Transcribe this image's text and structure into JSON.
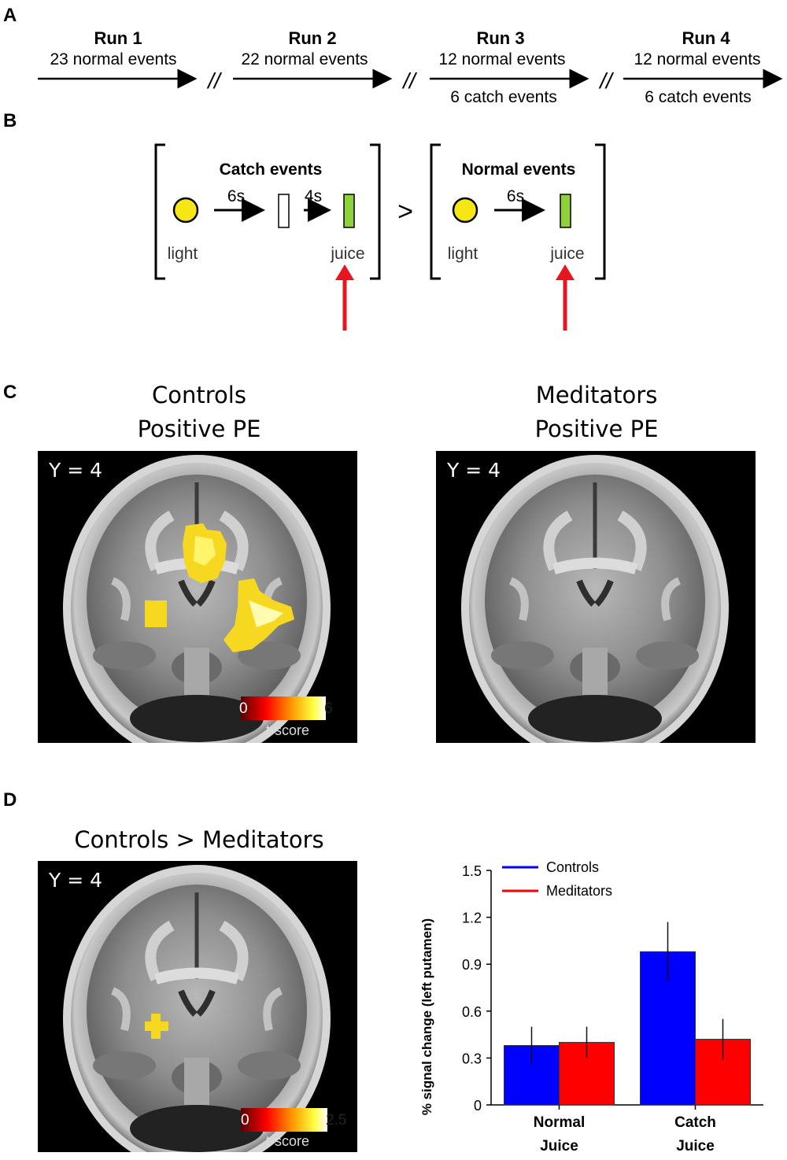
{
  "panels": {
    "a": "A",
    "b": "B",
    "c": "C",
    "d": "D"
  },
  "runs": [
    {
      "title": "Run 1",
      "normal": "23 normal events",
      "catch": ""
    },
    {
      "title": "Run 2",
      "normal": "22 normal events",
      "catch": ""
    },
    {
      "title": "Run 3",
      "normal": "12 normal events",
      "catch": "6 catch events"
    },
    {
      "title": "Run 4",
      "normal": "12 normal events",
      "catch": "6 catch events"
    }
  ],
  "run_separator": "//",
  "design": {
    "catch_title": "Catch events",
    "normal_title": "Normal events",
    "delay_1": "6s",
    "delay_2": "4s",
    "delay_normal": "6s",
    "comparison": ">",
    "light_label": "light",
    "juice_label": "juice",
    "colors": {
      "light": "#f5e614",
      "juice": "#8fd13a",
      "arrow": "#e8141e"
    }
  },
  "panel_c": {
    "controls_heading_1": "Controls",
    "controls_heading_2": "Positive PE",
    "meditators_heading_1": "Meditators",
    "meditators_heading_2": "Positive PE",
    "slice_label": "Y = 4",
    "colorbar_min": "0",
    "colorbar_max": "6",
    "colorbar_label": "t-score"
  },
  "panel_d": {
    "heading": "Controls > Meditators",
    "slice_label": "Y = 4",
    "colorbar_min": "0",
    "colorbar_max": "2.5",
    "colorbar_label": "t-score"
  },
  "chart_data": {
    "type": "bar",
    "categories": [
      "Normal Juice",
      "Catch Juice"
    ],
    "category_lines": [
      [
        "Normal",
        "Juice"
      ],
      [
        "Catch",
        "Juice"
      ]
    ],
    "series": [
      {
        "name": "Controls",
        "color": "#0000ff",
        "values": [
          0.38,
          0.98
        ],
        "errors": [
          0.12,
          0.19
        ]
      },
      {
        "name": "Meditators",
        "color": "#ff0000",
        "values": [
          0.4,
          0.42
        ],
        "errors": [
          0.1,
          0.13
        ]
      }
    ],
    "ylabel": "% signal change (left putamen)",
    "ylim": [
      0,
      1.5
    ],
    "yticks": [
      0,
      0.3,
      0.6,
      0.9,
      1.2,
      1.5
    ],
    "ytick_labels": [
      "0",
      "0.3",
      "0.6",
      "0.9",
      "1.2",
      "1.5"
    ],
    "legend_placement": "top-left",
    "grid": false
  }
}
